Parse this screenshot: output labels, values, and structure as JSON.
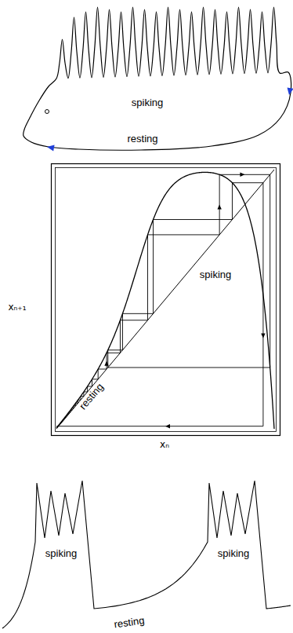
{
  "diagram": {
    "labels": [
      "spiking",
      "resting",
      "xₙ₊₁",
      "xₙ",
      "spiking",
      "resting",
      "spiking",
      "spiking",
      "resting"
    ]
  }
}
